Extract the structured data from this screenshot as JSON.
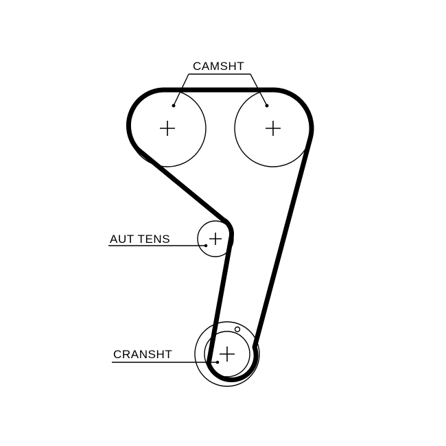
{
  "labels": {
    "camshaft": "CAMSHT",
    "tensioner": "AUT TENS",
    "crankshaft": "CRANSHT"
  },
  "colors": {
    "line": "#000000",
    "background": "#ffffff"
  }
}
